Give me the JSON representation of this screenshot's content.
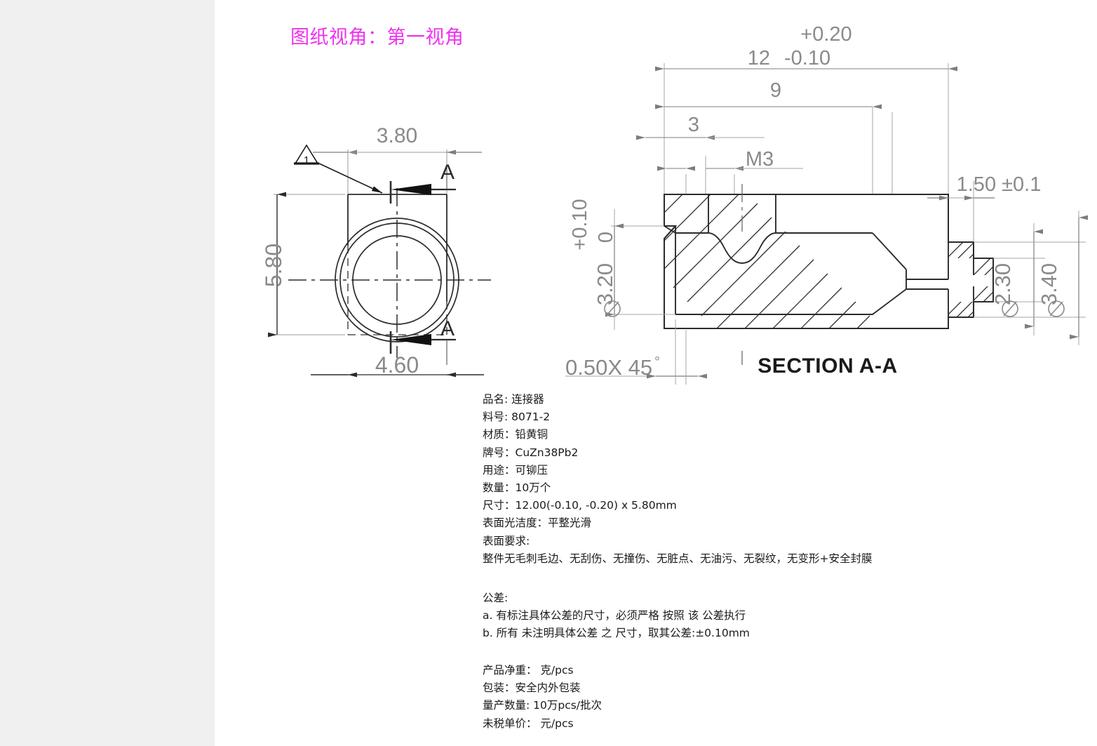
{
  "page": {
    "background": "#ffffff",
    "left_panel_color": "#f0f0f0"
  },
  "title": {
    "text": "图纸视角：第一视角",
    "color": "#ee33ee"
  },
  "front_view": {
    "name": "front-view",
    "dimensions": {
      "top_width": "3.80",
      "height": "5.80",
      "bottom_width": "4.60"
    },
    "section_marks": {
      "upper": "A",
      "lower": "A"
    },
    "callout": {
      "balloon": "1"
    }
  },
  "section_view": {
    "name": "section-a-a",
    "label": "SECTION A-A",
    "dimensions": {
      "overall_length": "12",
      "overall_length_tol_upper": "+0.20",
      "overall_length_tol_lower": "-0.10",
      "length_9": "9",
      "length_3": "3",
      "thread": "M3",
      "flange_width": "1.50 ±0.1",
      "bore_dia": "3.20",
      "bore_dia_tol_upper": "+0.10",
      "bore_dia_tol_lower": "0",
      "bore_dia_prefix": "Ø",
      "dia_2_30": "2.30",
      "dia_3_40": "3.40",
      "chamfer": "0.50X 45",
      "chamfer_degree": "°"
    }
  },
  "spec": {
    "main_lines": [
      "品名: 连接器",
      "料号: 8071-2",
      "材质：铅黄铜",
      "牌号：CuZn38Pb2",
      "用途：可铆压",
      "数量：10万个",
      "尺寸：12.00(-0.10, -0.20) x 5.80mm",
      "表面光洁度：平整光滑",
      "表面要求:",
      "整件无毛刺毛边、无刮伤、无撞伤、无脏点、无油污、无裂纹，无变形+安全封膜"
    ],
    "tolerance_lines": [
      "公差:",
      "a. 有标注具体公差的尺寸，必须严格 按照 该 公差执行",
      "b. 所有 未注明具体公差 之 尺寸，取其公差:±0.10mm"
    ],
    "packing_lines": [
      "产品净重：  克/pcs",
      "包装：安全内外包装",
      "量产数量: 10万pcs/批次",
      "未税单价：  元/pcs"
    ]
  }
}
